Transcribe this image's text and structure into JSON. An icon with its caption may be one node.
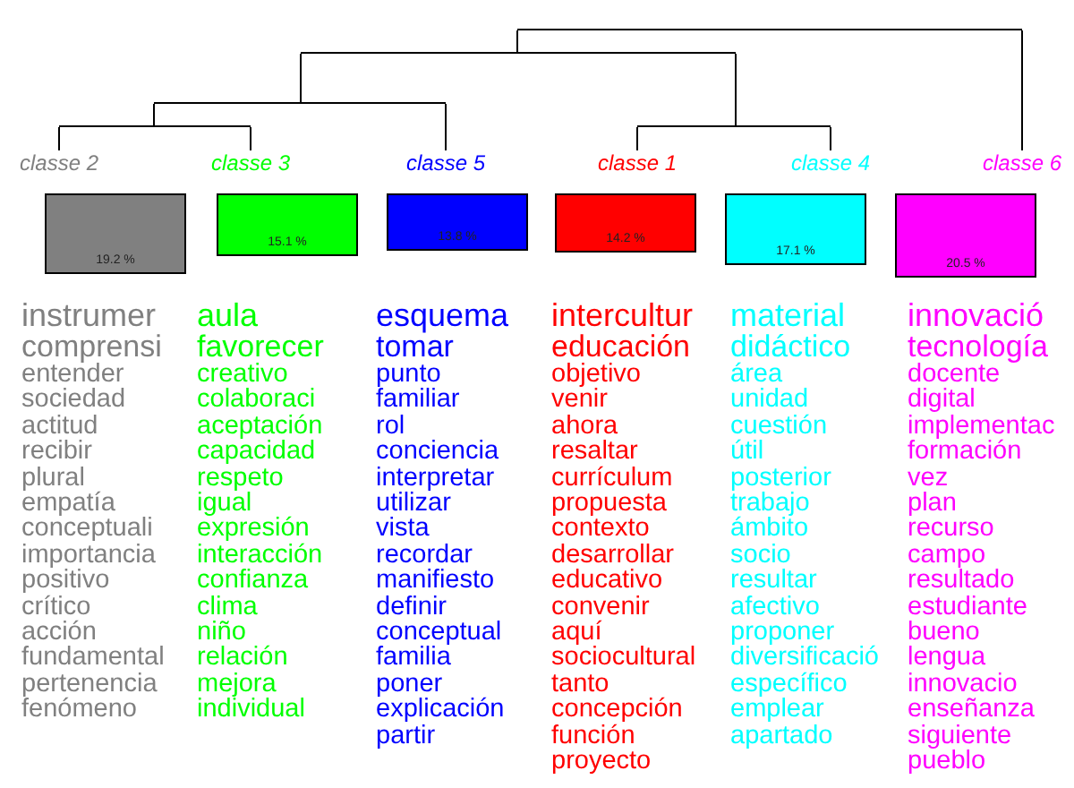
{
  "diagram": {
    "nodes": [
      {
        "text": [],
        "shape": "bar"
      },
      {
        "text": [],
        "shape": "bar"
      },
      {
        "text": [],
        "shape": "bar"
      },
      {
        "text": [],
        "shape": "bar"
      },
      {
        "text": [],
        "shape": "bar"
      },
      {
        "text": [
          "classe 2"
        ]
      },
      {
        "text": [
          "classe 3"
        ]
      },
      {
        "text": [
          "classe 5"
        ]
      },
      {
        "text": [
          "classe 1"
        ]
      },
      {
        "text": [
          "classe 4"
        ]
      },
      {
        "text": [
          "classe 6"
        ]
      },
      {
        "text": [
          "19.2 %"
        ]
      },
      {
        "text": [
          "15.1 %"
        ]
      },
      {
        "text": [
          "13.8 %"
        ]
      },
      {
        "text": [
          "14.2 %"
        ]
      },
      {
        "text": [
          "17.1 %"
        ]
      },
      {
        "text": [
          "20.5 %"
        ]
      },
      {
        "text": [
          "instrumer",
          "comprensi",
          "entender",
          "sociedad",
          "actitud",
          "recibir",
          "plural",
          "empatía",
          "conceptuali",
          "importancia",
          "positivo",
          "crítico",
          "acción",
          "fundamental",
          "pertenencia",
          "fenómeno"
        ]
      },
      {
        "text": [
          "aula",
          "favorecer",
          "creativo",
          "colaboraci",
          "aceptación",
          "capacidad",
          "respeto",
          "igual",
          "expresión",
          "interacción",
          "confianza",
          "clima",
          "niño",
          "relación",
          "mejora",
          "individual"
        ]
      },
      {
        "text": [
          "esquema",
          "tomar",
          "punto",
          "familiar",
          "rol",
          "conciencia",
          "interpretar",
          "utilizar",
          "vista",
          "recordar",
          "manifiesto",
          "definir",
          "conceptual",
          "familia",
          "poner",
          "explicación",
          "partir"
        ]
      },
      {
        "text": [
          "intercultur",
          "educación",
          "objetivo",
          "venir",
          "ahora",
          "resaltar",
          "currículum",
          "propuesta",
          "contexto",
          "desarrollar",
          "educativo",
          "convenir",
          "aquí",
          "sociocultural",
          "tanto",
          "concepción",
          "función",
          "proyecto"
        ]
      },
      {
        "text": [
          "material",
          "didáctico",
          "área",
          "unidad",
          "cuestión",
          "útil",
          "posterior",
          "trabajo",
          "ámbito",
          "socio",
          "resultar",
          "afectivo",
          "proponer",
          "diversificació",
          "específico",
          "emplear",
          "apartado"
        ]
      },
      {
        "text": [
          "innovació",
          "tecnología",
          "docente",
          "digital",
          "implementac",
          "formación",
          "vez",
          "plan",
          "recurso",
          "campo",
          "resultado",
          "estudiante",
          "bueno",
          "lengua",
          "innovacio",
          "enseñanza",
          "siguiente",
          "pueblo"
        ]
      }
    ],
    "edges": [
      {
        "from": 0,
        "to": 1,
        "arrow": "none"
      },
      {
        "from": 0,
        "to": 10,
        "arrow": "none"
      },
      {
        "from": 1,
        "to": 2,
        "arrow": "none"
      },
      {
        "from": 1,
        "to": 4,
        "arrow": "none"
      },
      {
        "from": 2,
        "to": 3,
        "arrow": "none"
      },
      {
        "from": 2,
        "to": 7,
        "arrow": "none"
      },
      {
        "from": 3,
        "to": 5,
        "arrow": "none"
      },
      {
        "from": 3,
        "to": 6,
        "arrow": "none"
      },
      {
        "from": 4,
        "to": 8,
        "arrow": "none"
      },
      {
        "from": 4,
        "to": 9,
        "arrow": "none"
      }
    ]
  }
}
